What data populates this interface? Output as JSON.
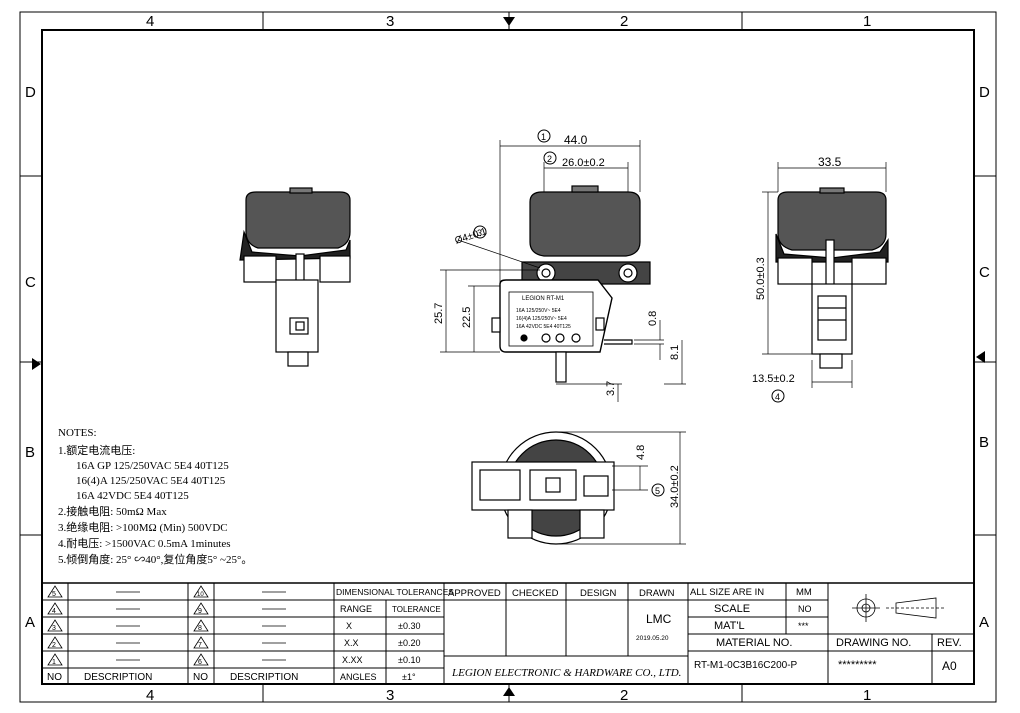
{
  "border": {
    "columns": [
      "4",
      "3",
      "2",
      "1"
    ],
    "rows": [
      "D",
      "C",
      "B",
      "A"
    ]
  },
  "balloons": [
    "1",
    "2",
    "3",
    "4",
    "5"
  ],
  "dims": {
    "d1": "44.0",
    "d2": "26.0±0.2",
    "d3": "Ø4±0.1",
    "d4": "25.7",
    "d5": "22.5",
    "d6": "0.8",
    "d7": "8.1",
    "d8": "3.7",
    "d9": "33.5",
    "d10": "50.0±0.3",
    "d11": "13.5±0.2",
    "d12": "4.8",
    "d13": "34.0±0.2"
  },
  "label": {
    "brand": "LEGION RT-M1",
    "lines": [
      "16A 125/250V~ 5E4",
      "16(4)A 125/250V~ 5E4",
      "16A 42VDC 5E4    40T125"
    ]
  },
  "notes": {
    "title": "NOTES:",
    "items": [
      "1.额定电流电压:",
      "16A GP 125/250VAC 5E4   40T125",
      "16(4)A 125/250VAC 5E4   40T125",
      "16A 42VDC 5E4           40T125",
      "2.接触电阻: 50mΩ Max",
      "3.绝缘电阻: >100MΩ (Min) 500VDC",
      "4.耐电压: >1500VAC 0.5mA 1minutes",
      "5.倾倒角度: 25° ∽40°,复位角度5° ~25°。"
    ]
  },
  "title_block": {
    "rev_numbers_left": [
      "5",
      "4",
      "3",
      "2",
      "1"
    ],
    "rev_numbers_right": [
      "10",
      "9",
      "8",
      "7",
      "6"
    ],
    "col_no": "NO",
    "col_description": "DESCRIPTION",
    "dimensional_tolerances": "DIMENSIONAL TOLERANCES",
    "range": "RANGE",
    "tolerance": "TOLERANCE",
    "tol_rows": [
      [
        "X",
        "±0.30"
      ],
      [
        "X.X",
        "±0.20"
      ],
      [
        "X.XX",
        "±0.10"
      ],
      [
        "ANGLES",
        "±1°"
      ]
    ],
    "approved": "APPROVED",
    "checked": "CHECKED",
    "design": "DESIGN",
    "drawn": "DRAWN",
    "drawn_by": "LMC",
    "drawn_date": "2019.05.20",
    "company": "LEGION ELECTRONIC & HARDWARE CO., LTD.",
    "all_size_in": "ALL SIZE ARE IN",
    "unit": "MM",
    "scale": "SCALE",
    "scale_value": "NO",
    "matl": "MAT'L",
    "matl_value": "***",
    "material_no": "MATERIAL NO.",
    "material_no_value": "RT-M1-0C3B16C200-P",
    "drawing_no": "DRAWING NO.",
    "drawing_no_value": "*********",
    "rev": "REV.",
    "rev_value": "A0"
  }
}
